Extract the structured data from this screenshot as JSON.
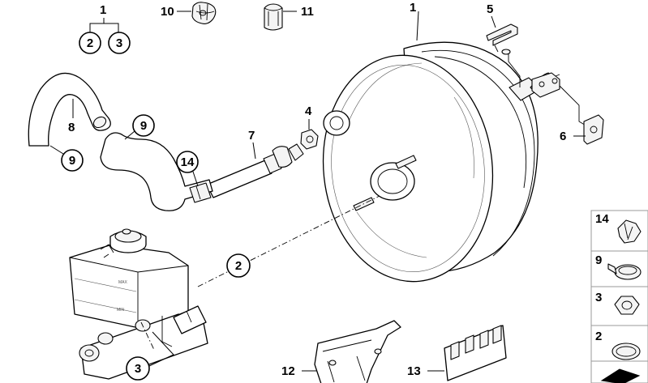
{
  "callouts": {
    "group_1": "1",
    "group_2": "2",
    "group_3": "3",
    "clip_10": "10",
    "clip_11": "11",
    "booster_1": "1",
    "bracket_5": "5",
    "nut_4": "4",
    "hose_7": "7",
    "hose_8": "8",
    "hose_9a": "9",
    "hose_9b": "9",
    "clamp_14": "14",
    "clip_6": "6",
    "seal_2": "2",
    "nuts_3": "3",
    "bracket_12": "12",
    "bracket_13": "13"
  },
  "reservoir": {
    "max_mark": "MAX",
    "min_mark": "MIN"
  },
  "legend": {
    "items": [
      {
        "label": "14",
        "icon": "clamp-14-icon"
      },
      {
        "label": "9",
        "icon": "hose-clamp-icon"
      },
      {
        "label": "3",
        "icon": "hex-nut-icon"
      },
      {
        "label": "2",
        "icon": "o-ring-icon"
      },
      {
        "label": "",
        "icon": "arrow-icon"
      }
    ]
  }
}
